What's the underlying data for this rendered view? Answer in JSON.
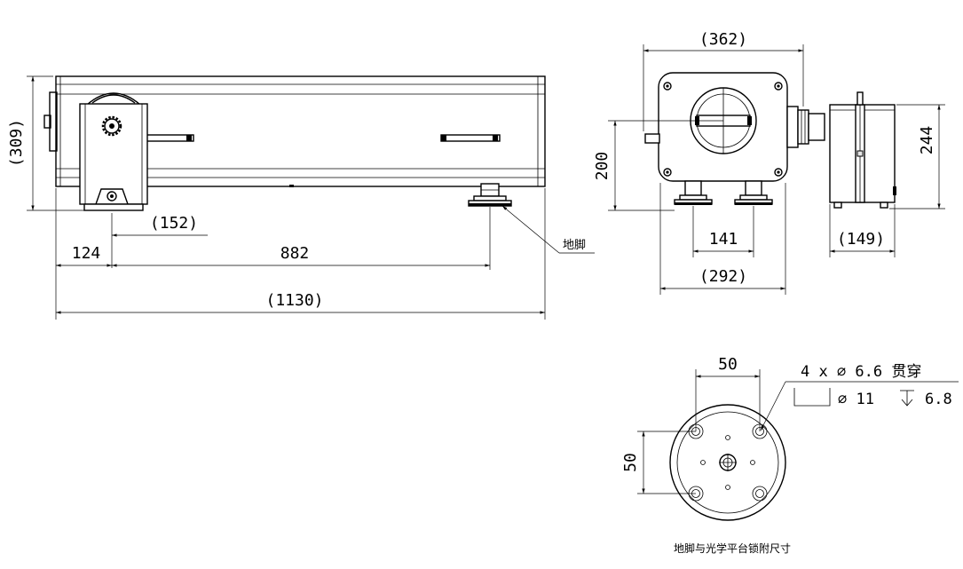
{
  "side_view": {
    "dim_height": "(309)",
    "dim_roller": "(152)",
    "dim_foot_offset": "124",
    "dim_foot_spacing": "882",
    "dim_total_length": "(1130)",
    "foot_label": "地脚"
  },
  "end_view": {
    "dim_width_top": "(362)",
    "dim_height_200": "200",
    "dim_foot_spacing": "141",
    "dim_width_bottom": "(292)"
  },
  "right_view": {
    "dim_height": "244",
    "dim_width": "(149)"
  },
  "foot_detail": {
    "dim_horizontal": "50",
    "dim_vertical": "50",
    "hole_spec_line1": "4 x ∅ 6.6 贯穿",
    "hole_spec_counterbore": "∅ 11",
    "hole_spec_depth": "6.8",
    "caption": "地脚与光学平台锁附尺寸"
  }
}
